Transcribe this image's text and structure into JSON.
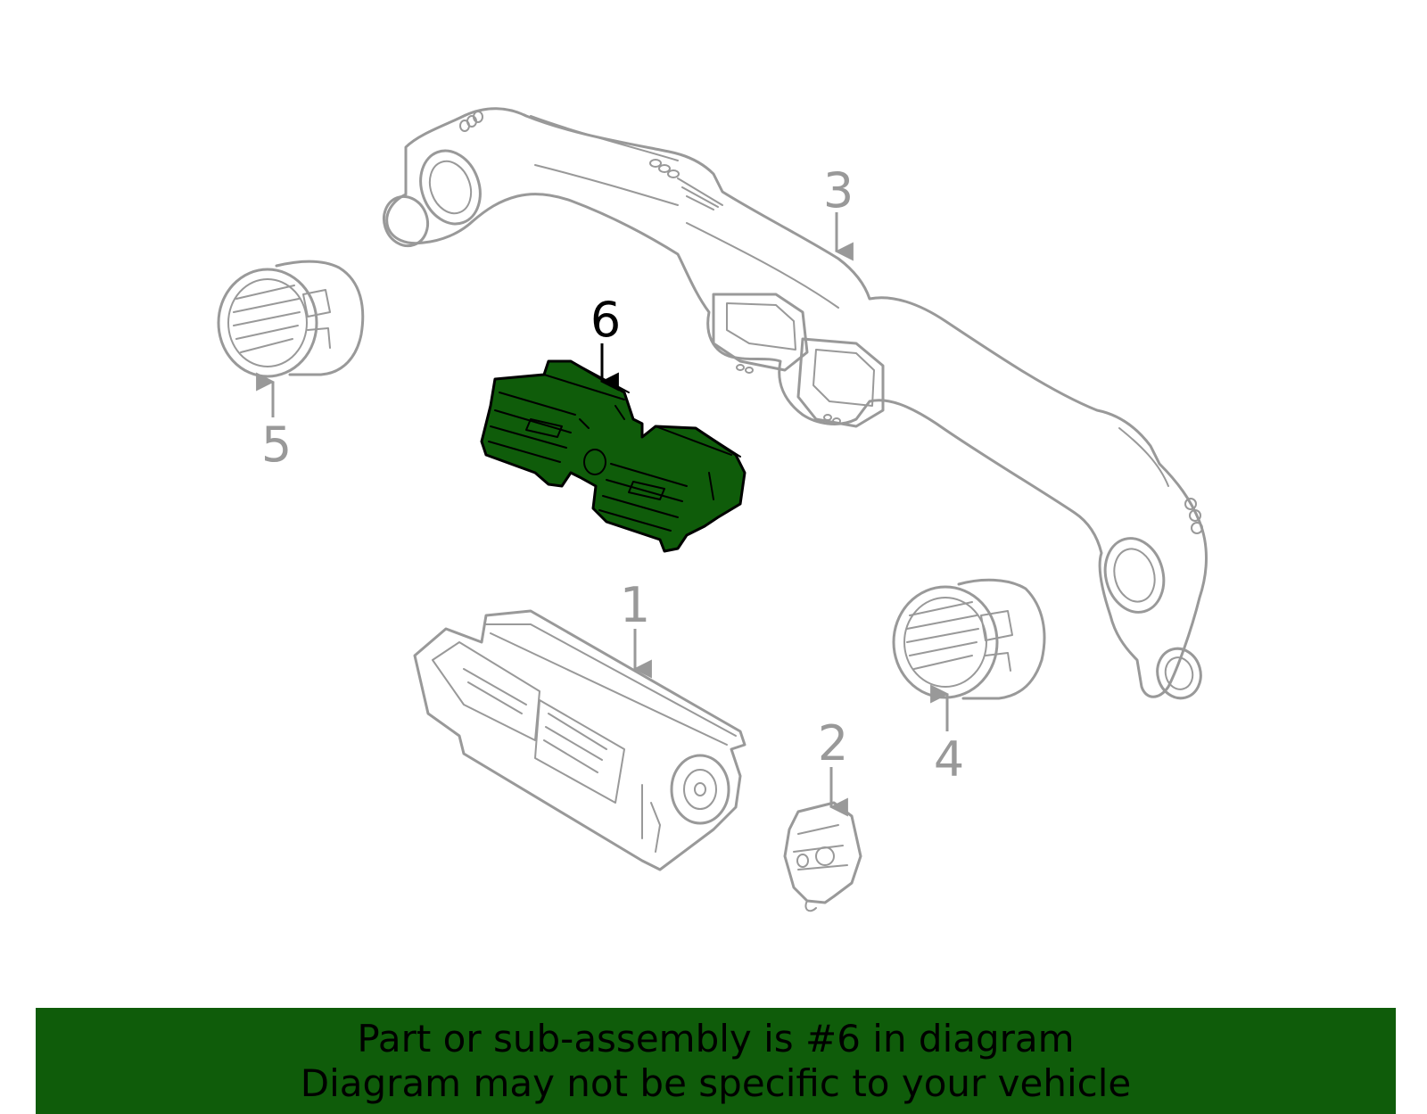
{
  "diagram": {
    "callouts": [
      {
        "id": "1",
        "label": "1",
        "highlighted": false
      },
      {
        "id": "2",
        "label": "2",
        "highlighted": false
      },
      {
        "id": "3",
        "label": "3",
        "highlighted": false
      },
      {
        "id": "4",
        "label": "4",
        "highlighted": false
      },
      {
        "id": "5",
        "label": "5",
        "highlighted": false
      },
      {
        "id": "6",
        "label": "6",
        "highlighted": true
      }
    ],
    "colors": {
      "highlight_fill": "#0f5c0a",
      "outline_gray": "#999999",
      "highlight_label": "#000000"
    }
  },
  "banner": {
    "line1": "Part or sub-assembly is #6 in diagram",
    "line2": "Diagram may not be specific to your vehicle",
    "background": "#0f5c0a"
  }
}
